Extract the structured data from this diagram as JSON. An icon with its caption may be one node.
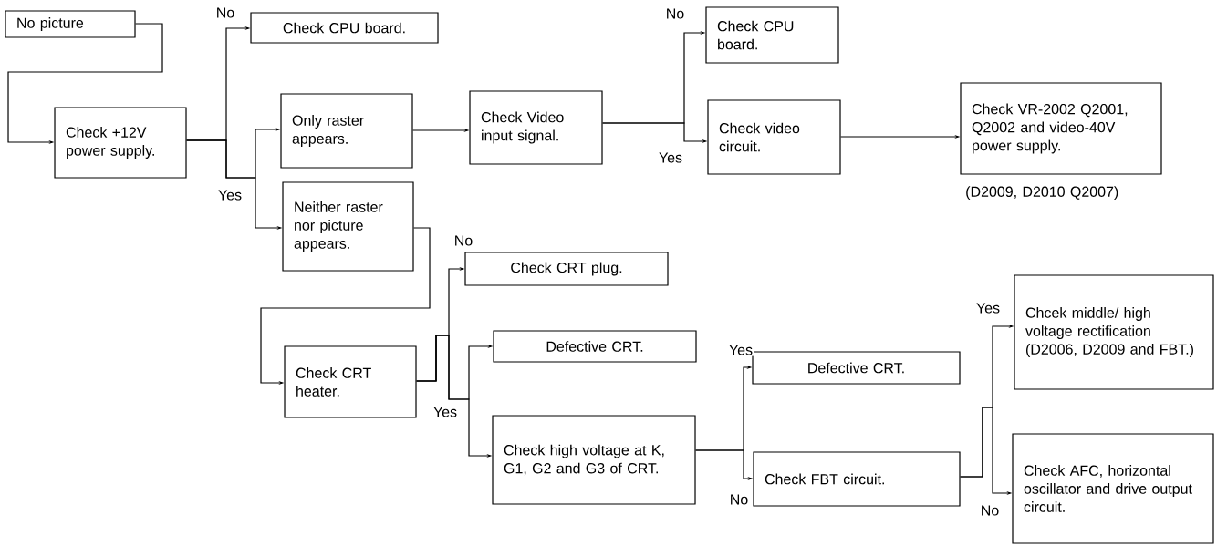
{
  "diagram": {
    "nodes": [
      {
        "text": [
          "No picture"
        ]
      },
      {
        "text": [
          "Check +12V power supply."
        ]
      },
      {
        "text": [
          "Check CPU board."
        ]
      },
      {
        "text": [
          "Only raster appears."
        ]
      },
      {
        "text": [
          "Neither raster nor picture appears."
        ]
      },
      {
        "text": [
          "Check Video input signal."
        ]
      },
      {
        "text": [
          "Check CPU board."
        ]
      },
      {
        "text": [
          "Check video circuit."
        ]
      },
      {
        "text": [
          "Check VR-2002 Q2001, Q2002 and video-40V power supply."
        ],
        "beside": [
          "(D2009, D2010 Q2007)"
        ]
      },
      {
        "text": [
          "Check CRT plug."
        ]
      },
      {
        "text": [
          "Check CRT heater."
        ]
      },
      {
        "text": [
          "Defective CRT."
        ]
      },
      {
        "text": [
          "Check high voltage at K, G1, G2 and G3 of CRT."
        ]
      },
      {
        "text": [
          "Defective CRT."
        ]
      },
      {
        "text": [
          "Check FBT circuit."
        ]
      },
      {
        "text": [
          "Chcek middle/ high voltage rectification (D2006, D2009 and FBT.)"
        ]
      },
      {
        "text": [
          "Check AFC, horizontal oscillator and drive output circuit."
        ]
      }
    ],
    "edges": [
      {
        "from": 0,
        "to": 1,
        "arrow": "to"
      },
      {
        "from": 1,
        "to": 2,
        "arrow": "to",
        "label": "No"
      },
      {
        "from": 1,
        "to": 3,
        "arrow": "to",
        "label": "Yes"
      },
      {
        "from": 1,
        "to": 4,
        "arrow": "to"
      },
      {
        "from": 3,
        "to": 5,
        "arrow": "to"
      },
      {
        "from": 5,
        "to": 6,
        "arrow": "to",
        "label": "No"
      },
      {
        "from": 5,
        "to": 7,
        "arrow": "to",
        "label": "Yes"
      },
      {
        "from": 7,
        "to": 8,
        "arrow": "to"
      },
      {
        "from": 4,
        "to": 10,
        "arrow": "to"
      },
      {
        "from": 10,
        "to": 9,
        "arrow": "to",
        "label": "No"
      },
      {
        "from": 10,
        "to": 11,
        "arrow": "to",
        "label": "Yes"
      },
      {
        "from": 10,
        "to": 12,
        "arrow": "to"
      },
      {
        "from": 12,
        "to": 13,
        "arrow": "to",
        "label": "Yes"
      },
      {
        "from": 12,
        "to": 14,
        "arrow": "to",
        "label": "No"
      },
      {
        "from": 14,
        "to": 15,
        "arrow": "to",
        "label": "Yes"
      },
      {
        "from": 14,
        "to": 16,
        "arrow": "to",
        "label": "No"
      }
    ]
  }
}
